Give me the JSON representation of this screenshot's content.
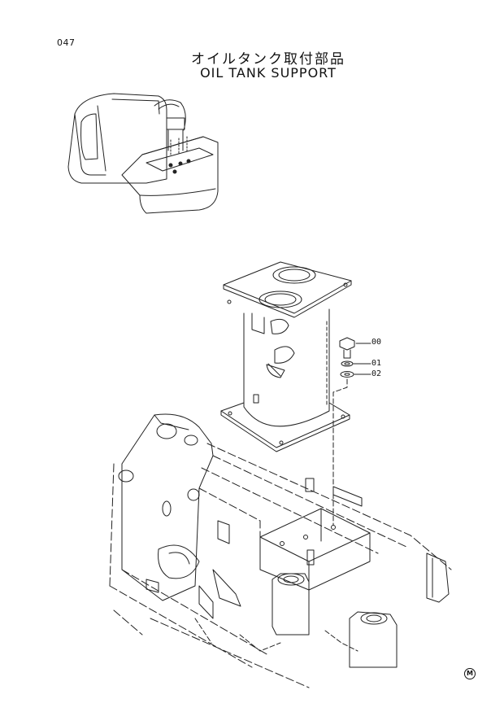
{
  "page_number": "047",
  "title_jp": "オイルタンク取付部品",
  "title_en": "OIL TANK SUPPORT",
  "callouts": [
    {
      "label": "00",
      "part": "bolt"
    },
    {
      "label": "01",
      "part": "spring-washer"
    },
    {
      "label": "02",
      "part": "washer"
    }
  ],
  "mark": "M"
}
